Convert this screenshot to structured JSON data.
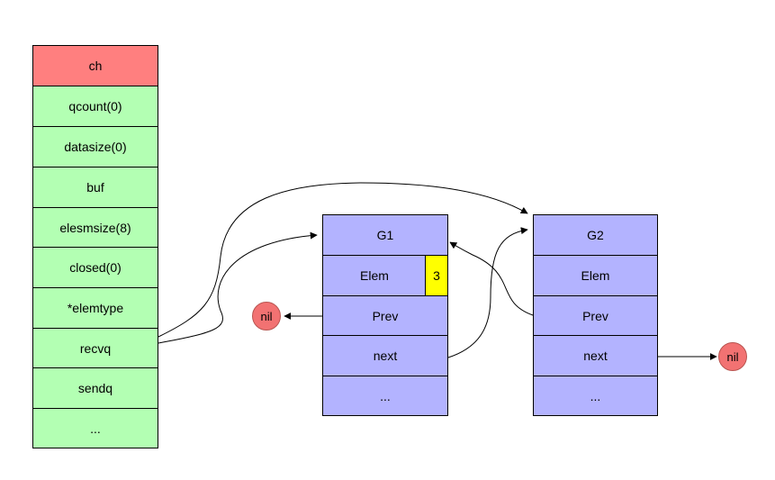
{
  "hchan": {
    "header": "ch",
    "fields": [
      "qcount(0)",
      "datasize(0)",
      "buf",
      "elesmsize(8)",
      "closed(0)",
      "*elemtype",
      "recvq",
      "sendq",
      "..."
    ]
  },
  "g1": {
    "title": "G1",
    "elem_label": "Elem",
    "elem_value": "3",
    "prev_label": "Prev",
    "next_label": "next",
    "more_label": "..."
  },
  "g2": {
    "title": "G2",
    "elem_label": "Elem",
    "prev_label": "Prev",
    "next_label": "next",
    "more_label": "..."
  },
  "nil_left": "nil",
  "nil_right": "nil",
  "colors": {
    "header": "#ff7f7f",
    "field": "#b3ffb3",
    "goroutine": "#b3b3ff",
    "value": "#ffff00",
    "nil": "#f27272"
  }
}
